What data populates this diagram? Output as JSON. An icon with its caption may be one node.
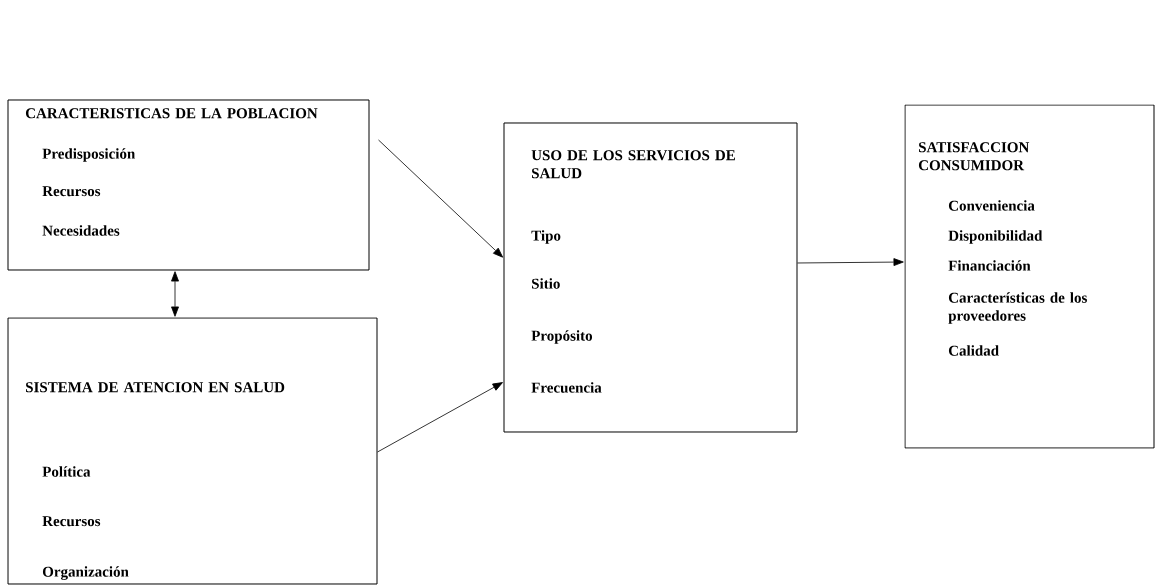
{
  "diagram": {
    "nodes": [
      {
        "text": [
          "CARACTERISTICAS DE LA POBLACION",
          "Predisposición",
          "Recursos",
          "Necesidades"
        ]
      },
      {
        "text": [
          "SISTEMA DE ATENCION EN SALUD",
          "Política",
          "Recursos",
          "Organización"
        ]
      },
      {
        "text": [
          "USO DE LOS SERVICIOS DE SALUD",
          "Tipo",
          "Sitio",
          "Propósito",
          "Frecuencia"
        ]
      },
      {
        "text": [
          "SATISFACCION CONSUMIDOR",
          "Conveniencia",
          "Disponibilidad",
          "Financiación",
          "Características de los proveedores",
          "Calidad"
        ]
      }
    ],
    "edges": [
      {
        "from": 0,
        "to": 2,
        "arrow": "to"
      },
      {
        "from": 0,
        "to": 1,
        "arrow": "both"
      },
      {
        "from": 1,
        "to": 2,
        "arrow": "to"
      },
      {
        "from": 2,
        "to": 3,
        "arrow": "to"
      }
    ]
  }
}
